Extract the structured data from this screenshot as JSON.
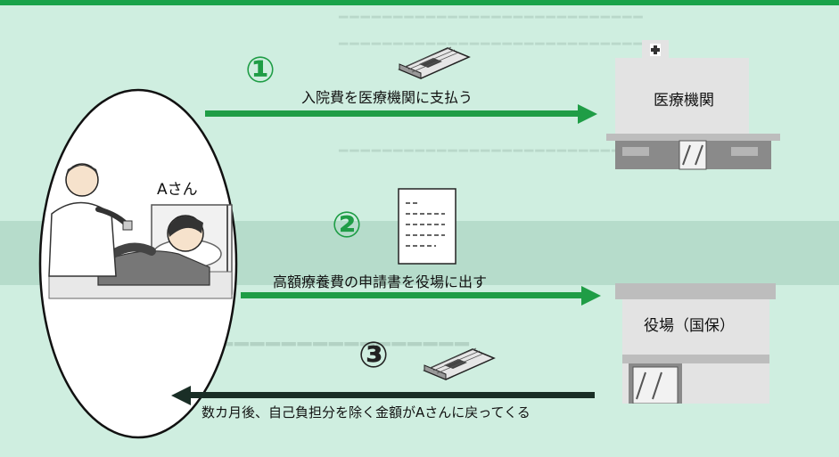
{
  "colors": {
    "accent_green": "#1f9d46",
    "background": "#cfeee0",
    "dark_arrow": "#1a2e26"
  },
  "patient_label": "Aさん",
  "steps": [
    {
      "number": "①",
      "label": "入院費を医療機関に支払う",
      "icon": "money-bundle-icon"
    },
    {
      "number": "②",
      "label": "高額療養費の申請書を役場に出す",
      "icon": "document-icon"
    },
    {
      "number": "③",
      "label": "数カ月後、自己負担分を除く金額がAさんに戻ってくる",
      "icon": "money-bundle-icon"
    }
  ],
  "buildings": {
    "hospital": {
      "label": "医療機関",
      "icon": "hospital-icon"
    },
    "town_hall": {
      "label": "役場（国保）",
      "icon": "town-hall-icon"
    }
  }
}
